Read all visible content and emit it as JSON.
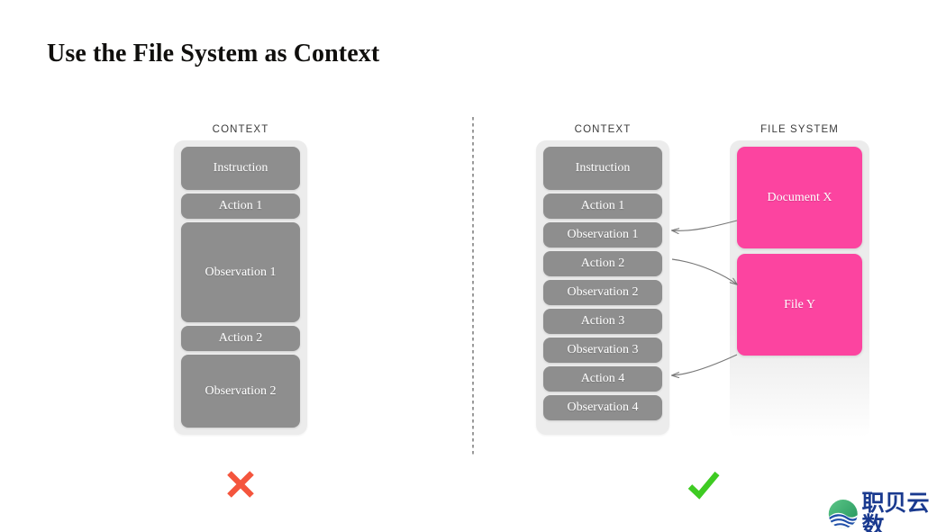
{
  "slide": {
    "title": "Use the File System as Context"
  },
  "bad_example": {
    "header": "CONTEXT",
    "verdict_icon": "cross-mark-icon",
    "verdict_color": "#f4553d",
    "boxes": [
      {
        "label": "Instruction",
        "height": 48
      },
      {
        "label": "Action 1",
        "height": 28
      },
      {
        "label": "Observation 1",
        "height": 111
      },
      {
        "label": "Action 2",
        "height": 28
      },
      {
        "label": "Observation 2",
        "height": 81
      }
    ]
  },
  "good_example": {
    "header": "CONTEXT",
    "verdict_icon": "check-mark-icon",
    "verdict_color": "#3ecb22",
    "boxes": [
      {
        "label": "Instruction",
        "height": 48
      },
      {
        "label": "Action 1",
        "height": 28
      },
      {
        "label": "Observation 1",
        "height": 28
      },
      {
        "label": "Action 2",
        "height": 28
      },
      {
        "label": "Observation 2",
        "height": 28
      },
      {
        "label": "Action 3",
        "height": 28
      },
      {
        "label": "Observation 3",
        "height": 28
      },
      {
        "label": "Action 4",
        "height": 28
      },
      {
        "label": "Observation 4",
        "height": 28
      }
    ]
  },
  "filesystem": {
    "header": "FILE SYSTEM",
    "accent_color": "#fc44a0",
    "files": [
      {
        "label": "Document X",
        "height": 113
      },
      {
        "label": "File Y",
        "height": 113
      }
    ]
  },
  "connectors": [
    {
      "name": "document-x-to-observation-1",
      "from": "Document X",
      "to": "Observation 1"
    },
    {
      "name": "action-2-to-file-y",
      "from": "Action 2",
      "to": "File Y"
    },
    {
      "name": "file-y-to-action-4",
      "from": "File Y",
      "to": "Action 4"
    }
  ],
  "branding": {
    "logo_text": "职贝云数",
    "logo_text_color": "#1a3a8f"
  },
  "colors": {
    "context_box": "#8e8e8e",
    "container_bg": "#ececec",
    "file_box": "#fc44a0",
    "title": "#100f0d",
    "header_text": "#3b3b3b",
    "divider": "#9a9a9a"
  }
}
